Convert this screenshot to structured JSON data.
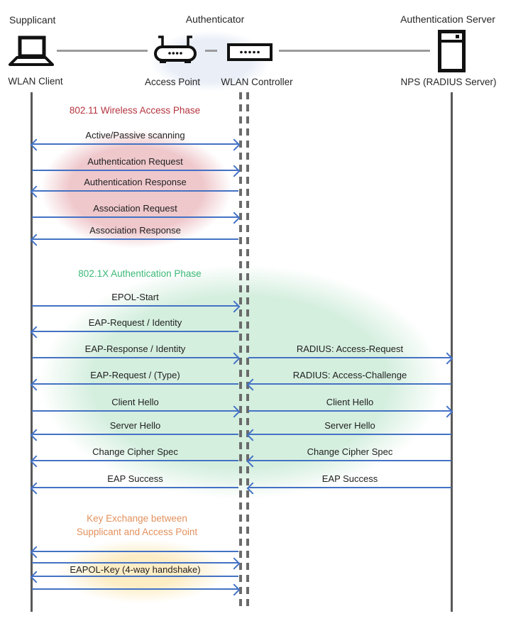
{
  "header": {
    "roles": [
      "Supplicant",
      "Authenticator",
      "Authentication Server"
    ],
    "devices": [
      "WLAN Client",
      "Access Point",
      "WLAN Controller",
      "NPS (RADIUS Server)"
    ]
  },
  "phases": {
    "phase1": {
      "title": "802.11 Wireless Access Phase",
      "color": "#b4343f",
      "fill": "#efc8cc"
    },
    "phase2": {
      "title": "802.1X Authentication Phase",
      "color": "#3bb878",
      "fill": "#d5efdf"
    },
    "phase3": {
      "title_line1": "Key Exchange between",
      "title_line2": "Supplicant and Access Point",
      "color": "#e2915e",
      "fill": "#fdedc5"
    }
  },
  "messages": {
    "left": [
      {
        "label": "Active/Passive scanning",
        "direction": "both"
      },
      {
        "label": "Authentication Request",
        "direction": "right"
      },
      {
        "label": "Authentication Response",
        "direction": "left"
      },
      {
        "label": "Association Request",
        "direction": "right"
      },
      {
        "label": "Association Response",
        "direction": "left"
      },
      {
        "label": "EPOL-Start",
        "direction": "right"
      },
      {
        "label": "EAP-Request / Identity",
        "direction": "left"
      },
      {
        "label": "EAP-Response / Identity",
        "direction": "right"
      },
      {
        "label": "EAP-Request / (Type)",
        "direction": "left"
      },
      {
        "label": "Client Hello",
        "direction": "right"
      },
      {
        "label": "Server Hello",
        "direction": "left"
      },
      {
        "label": "Change Cipher Spec",
        "direction": "left"
      },
      {
        "label": "EAP Success",
        "direction": "left"
      },
      {
        "label": "",
        "direction": "left"
      },
      {
        "label": "",
        "direction": "right"
      },
      {
        "label": "EAPOL-Key (4-way handshake)",
        "direction": "left"
      },
      {
        "label": "",
        "direction": "right"
      }
    ],
    "right": [
      {
        "label": "RADIUS: Access-Request",
        "direction": "right"
      },
      {
        "label": "RADIUS: Access-Challenge",
        "direction": "left"
      },
      {
        "label": "Client Hello",
        "direction": "right"
      },
      {
        "label": "Server Hello",
        "direction": "left"
      },
      {
        "label": "Change Cipher Spec",
        "direction": "left"
      },
      {
        "label": "EAP Success",
        "direction": "left"
      }
    ]
  },
  "colors": {
    "arrow": "#4472c4",
    "lifeline": "#595959",
    "connector": "#9b9b9b",
    "authenticator_highlight": "#e9eef7"
  }
}
